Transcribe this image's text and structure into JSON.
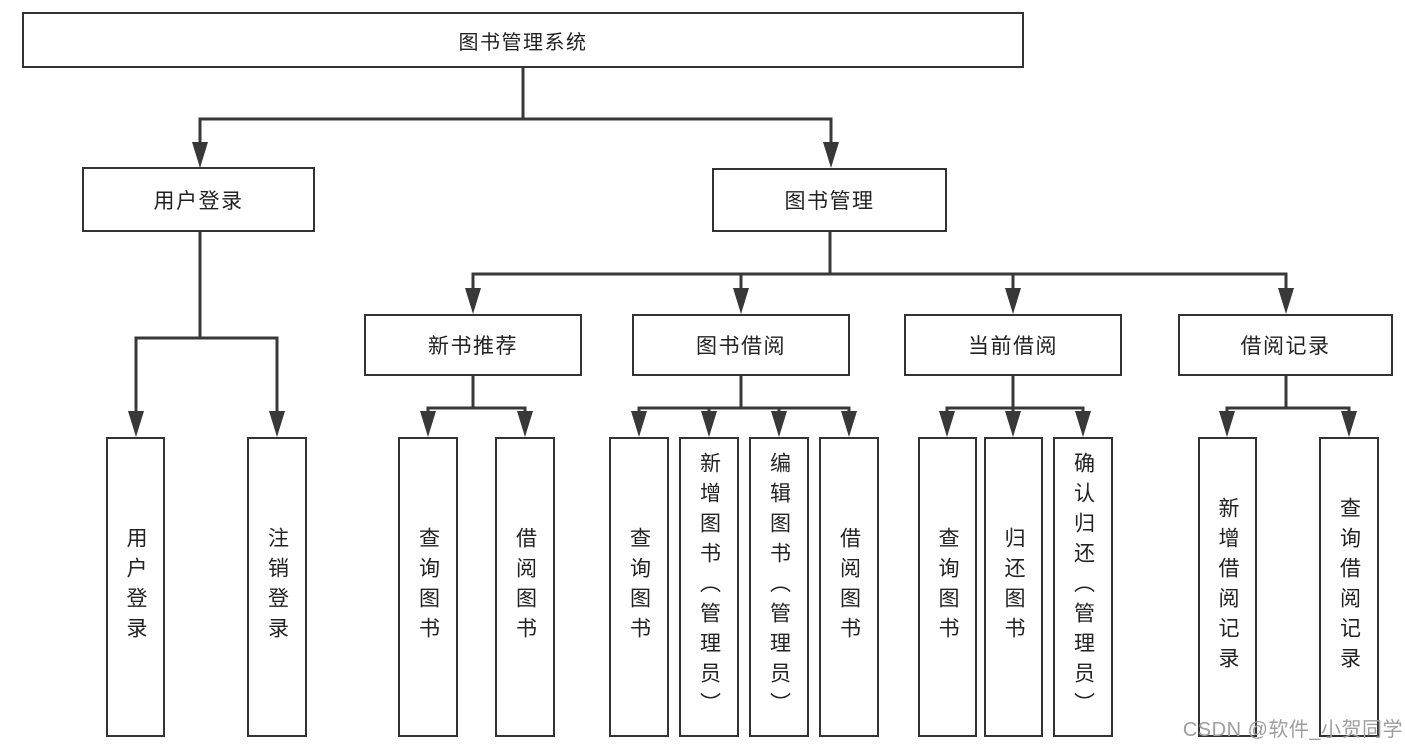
{
  "diagram": {
    "root": {
      "label": "图书管理系统"
    },
    "branches": [
      {
        "label": "用户登录",
        "children": [
          {
            "label": "用户登录"
          },
          {
            "label": "注销登录"
          }
        ]
      },
      {
        "label": "图书管理",
        "sections": [
          {
            "label": "新书推荐",
            "children": [
              {
                "label": "查询图书"
              },
              {
                "label": "借阅图书"
              }
            ]
          },
          {
            "label": "图书借阅",
            "children": [
              {
                "label": "查询图书"
              },
              {
                "label": "新增图书（管理员）"
              },
              {
                "label": "编辑图书（管理员）"
              },
              {
                "label": "借阅图书"
              }
            ]
          },
          {
            "label": "当前借阅",
            "children": [
              {
                "label": "查询图书"
              },
              {
                "label": "归还图书"
              },
              {
                "label": "确认归还（管理员）"
              }
            ]
          },
          {
            "label": "借阅记录",
            "children": [
              {
                "label": "新增借阅记录"
              },
              {
                "label": "查询借阅记录"
              }
            ]
          }
        ]
      }
    ]
  },
  "watermark": {
    "text": "CSDN @软件_小贺同学"
  },
  "colors": {
    "line": "#383838",
    "box_border": "#333333",
    "text": "#222222",
    "watermark": "#9e9e9e",
    "background": "#ffffff"
  }
}
